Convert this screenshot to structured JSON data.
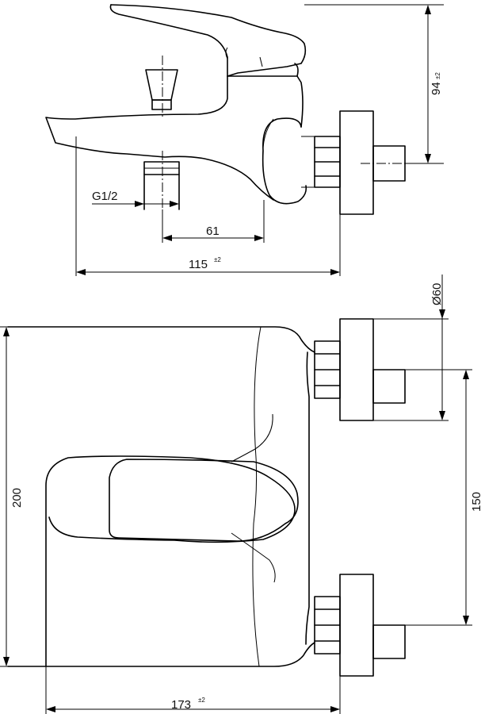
{
  "top_view": {
    "dims": {
      "height": {
        "value": "94",
        "tolerance": "±2"
      },
      "thread": "G1/2",
      "offset": "61",
      "depth": {
        "value": "115",
        "tolerance": "±2"
      }
    }
  },
  "front_view": {
    "dims": {
      "flange_diameter": "Ø60",
      "width": "200",
      "spacing": "150",
      "length": {
        "value": "173",
        "tolerance": "±2"
      }
    }
  },
  "icons": [
    "faucet-side-view",
    "faucet-front-view"
  ]
}
